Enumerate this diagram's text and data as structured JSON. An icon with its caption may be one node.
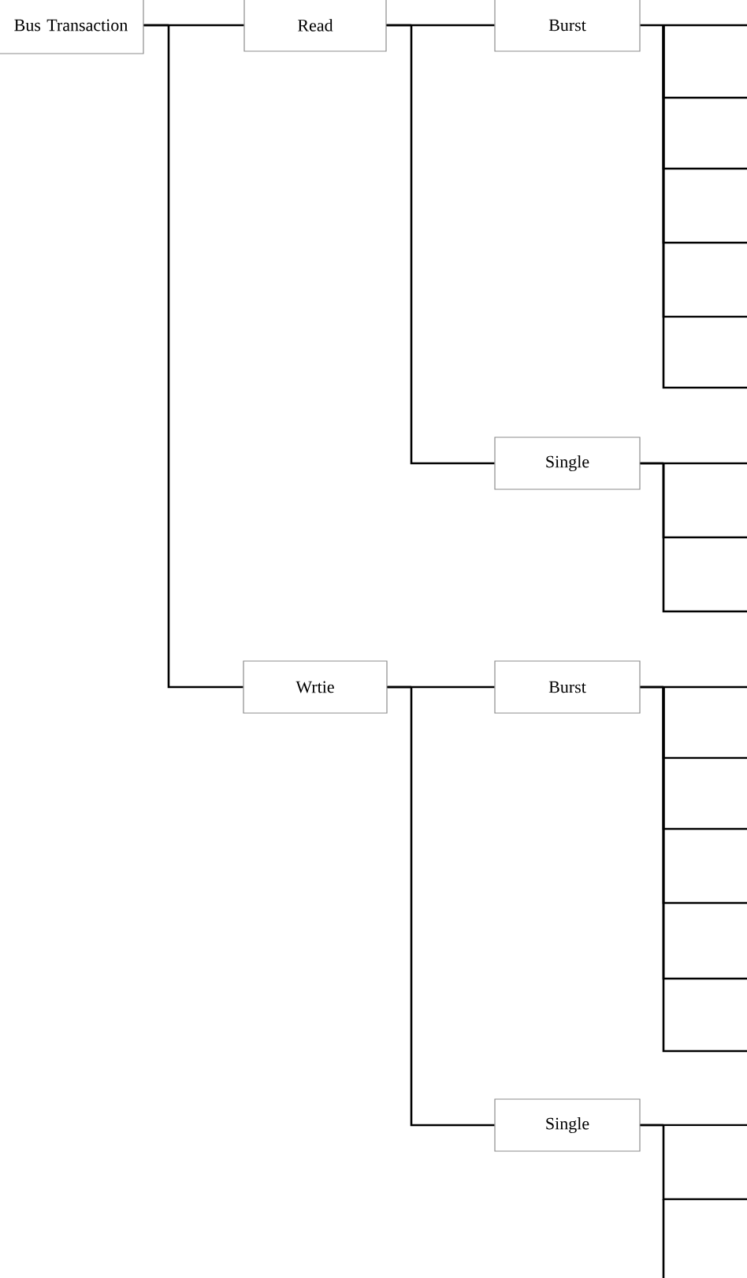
{
  "diagram": {
    "nodes": [
      {
        "text": [
          "Bus Transaction"
        ]
      },
      {
        "text": [
          "Read"
        ]
      },
      {
        "text": [
          "Burst"
        ]
      },
      {
        "text": [
          "Single"
        ]
      },
      {
        "text": [
          "Wrtie"
        ]
      },
      {
        "text": [
          "Burst"
        ]
      },
      {
        "text": [
          "Single"
        ]
      }
    ],
    "edges": [
      {
        "from": 0,
        "to": 1,
        "arrow": "none"
      },
      {
        "from": 0,
        "to": 4,
        "arrow": "none"
      },
      {
        "from": 1,
        "to": 2,
        "arrow": "none"
      },
      {
        "from": 1,
        "to": 3,
        "arrow": "none"
      },
      {
        "from": 4,
        "to": 5,
        "arrow": "none"
      },
      {
        "from": 4,
        "to": 6,
        "arrow": "none"
      },
      {
        "from": 2,
        "to": null,
        "arrow": "none"
      },
      {
        "from": 2,
        "to": null,
        "arrow": "none"
      },
      {
        "from": 2,
        "to": null,
        "arrow": "none"
      },
      {
        "from": 2,
        "to": null,
        "arrow": "none"
      },
      {
        "from": 2,
        "to": null,
        "arrow": "none"
      },
      {
        "from": 2,
        "to": null,
        "arrow": "none"
      },
      {
        "from": 3,
        "to": null,
        "arrow": "none"
      },
      {
        "from": 3,
        "to": null,
        "arrow": "none"
      },
      {
        "from": 3,
        "to": null,
        "arrow": "none"
      },
      {
        "from": 5,
        "to": null,
        "arrow": "none"
      },
      {
        "from": 5,
        "to": null,
        "arrow": "none"
      },
      {
        "from": 5,
        "to": null,
        "arrow": "none"
      },
      {
        "from": 5,
        "to": null,
        "arrow": "none"
      },
      {
        "from": 5,
        "to": null,
        "arrow": "none"
      },
      {
        "from": 5,
        "to": null,
        "arrow": "none"
      },
      {
        "from": 6,
        "to": null,
        "arrow": "none"
      },
      {
        "from": 6,
        "to": null,
        "arrow": "none"
      }
    ]
  }
}
